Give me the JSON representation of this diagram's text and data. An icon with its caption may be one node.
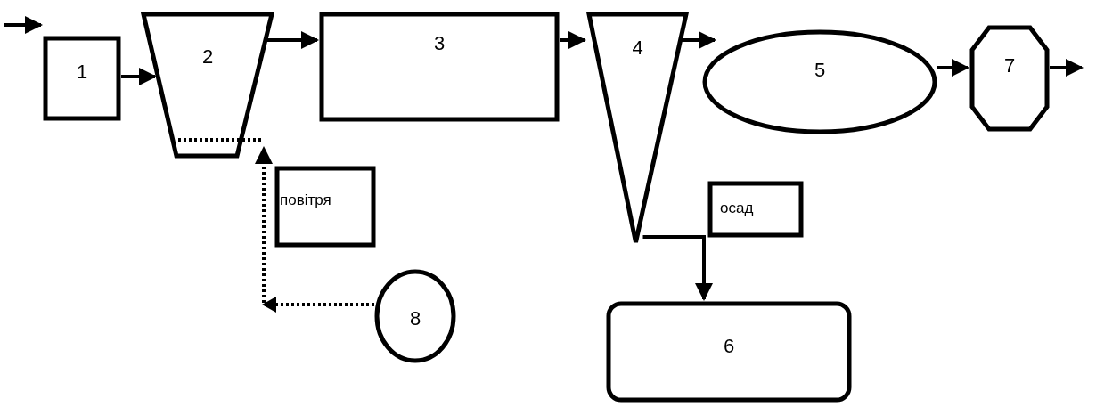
{
  "diagram": {
    "nodes": [
      {
        "text": [
          "1"
        ]
      },
      {
        "text": [
          "2"
        ]
      },
      {
        "text": [
          "3"
        ]
      },
      {
        "text": [
          "4"
        ]
      },
      {
        "text": [
          "5"
        ]
      },
      {
        "text": [
          "7"
        ]
      },
      {
        "text": [
          "повітря"
        ]
      },
      {
        "text": [
          "8"
        ]
      },
      {
        "text": [
          "осад"
        ]
      },
      {
        "text": [
          "6"
        ]
      }
    ],
    "edges": [
      {
        "from": null,
        "to": 0,
        "arrow": "to"
      },
      {
        "from": 0,
        "to": 1,
        "arrow": "to"
      },
      {
        "from": 1,
        "to": 2,
        "arrow": "to"
      },
      {
        "from": 2,
        "to": 3,
        "arrow": "to"
      },
      {
        "from": 3,
        "to": 4,
        "arrow": "to"
      },
      {
        "from": 4,
        "to": 5,
        "arrow": "to"
      },
      {
        "from": 5,
        "to": null,
        "arrow": "to"
      },
      {
        "from": 7,
        "to": 1,
        "arrow": "to",
        "style": "dashed"
      },
      {
        "from": 3,
        "to": 9,
        "arrow": "to"
      }
    ]
  }
}
